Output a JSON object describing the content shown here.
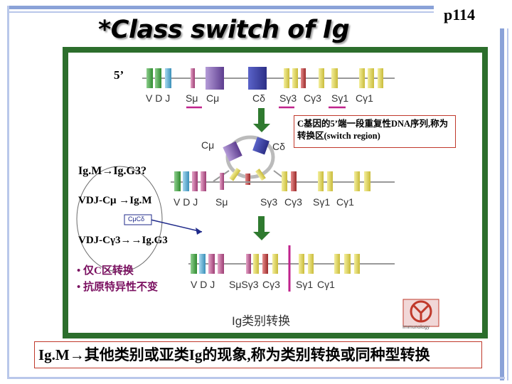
{
  "slide": {
    "title": "*Class switch of Ig",
    "page_number": "p114",
    "colors": {
      "panel_border": "#2c6e2c",
      "callout_border": "#c0392b",
      "switch_mark": "#c0238c",
      "arrow": "#2f7a2f"
    },
    "five_prime": "5’",
    "top_gene_labels": [
      "V D J",
      "Sμ",
      "Cμ",
      "Cδ",
      "Sγ3",
      "Cγ3",
      "Sγ1",
      "Cγ1"
    ],
    "callout": "C基因的5’端一段重复性DNA序列,称为转换区(switch region)",
    "loop_labels": {
      "c_mu": "Cμ",
      "c_delta": "Cδ"
    },
    "question": "Ig.M→Ig.G3?",
    "step1": "VDJ-Cμ →Ig.M",
    "middle_gene_labels": [
      "V D J",
      "Sμ",
      "Sγ3",
      "Cγ3",
      "Sγ1",
      "Cγ1"
    ],
    "mini_label": "CμCδ",
    "step2": "VDJ-Cγ3→→Ig.G3",
    "bullets": [
      "• 仅C区转换",
      "• 抗原特异性不变"
    ],
    "bottom_gene_labels": [
      "V D J",
      "SμSγ3",
      "Cγ3",
      "Sγ1",
      "Cγ1"
    ],
    "caption": "Ig类别转换",
    "logo_text": "Immunology",
    "bottom_text": "Ig.M→其他类别或亚类Ig的现象,称为类别转换或同种型转换"
  }
}
